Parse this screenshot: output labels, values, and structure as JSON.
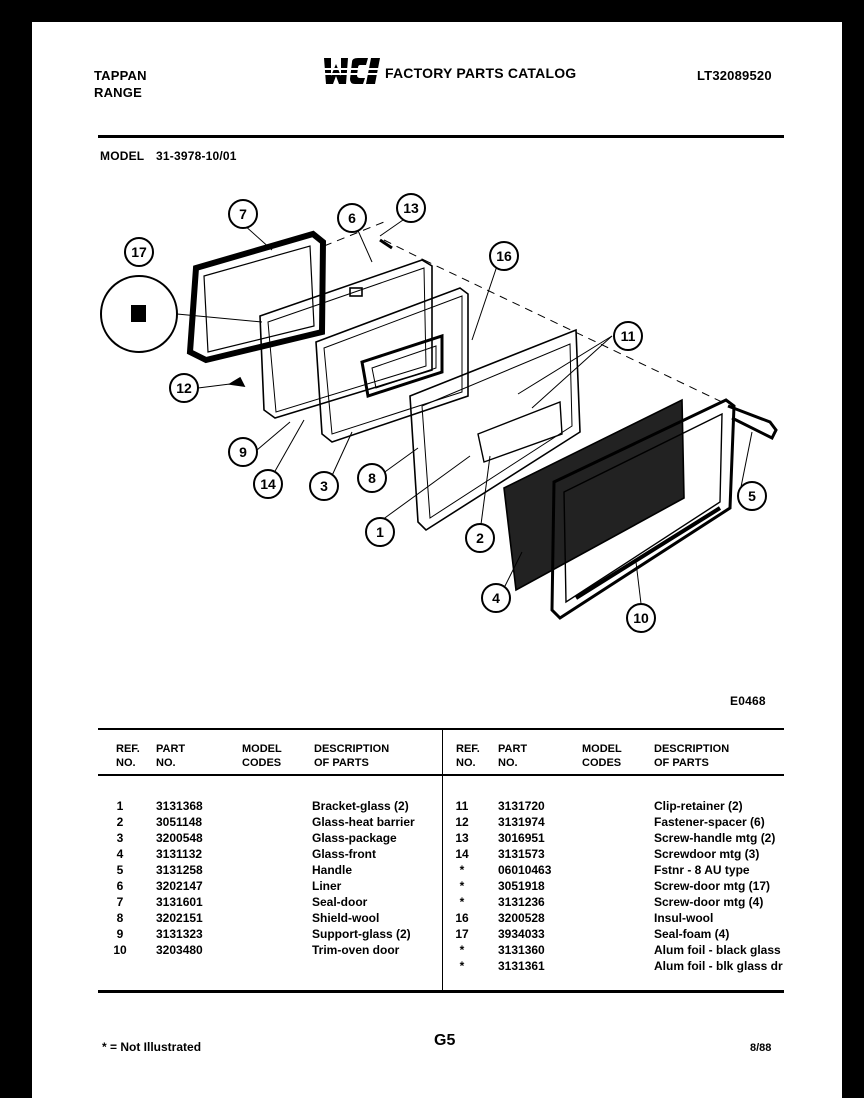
{
  "header": {
    "brand_line1": "TAPPAN",
    "brand_line2": "RANGE",
    "logo_text": "WCI",
    "catalog_title": "FACTORY PARTS CATALOG",
    "doc_code": "LT32089520",
    "model_label": "MODEL",
    "model_number": "31-3978-10/01"
  },
  "diagram": {
    "code": "E0468",
    "callouts": [
      "1",
      "2",
      "3",
      "4",
      "5",
      "6",
      "7",
      "8",
      "9",
      "10",
      "11",
      "12",
      "13",
      "14",
      "16",
      "17"
    ]
  },
  "table": {
    "headers": {
      "ref_line1": "REF.",
      "ref_line2": "NO.",
      "part_line1": "PART",
      "part_line2": "NO.",
      "model_line1": "MODEL",
      "model_line2": "CODES",
      "desc_line1": "DESCRIPTION",
      "desc_line2": "OF PARTS"
    },
    "left": [
      {
        "ref": "1",
        "part": "3131368",
        "desc": "Bracket-glass (2)"
      },
      {
        "ref": "2",
        "part": "3051148",
        "desc": "Glass-heat barrier"
      },
      {
        "ref": "3",
        "part": "3200548",
        "desc": "Glass-package"
      },
      {
        "ref": "4",
        "part": "3131132",
        "desc": "Glass-front"
      },
      {
        "ref": "5",
        "part": "3131258",
        "desc": "Handle"
      },
      {
        "ref": "6",
        "part": "3202147",
        "desc": "Liner"
      },
      {
        "ref": "7",
        "part": "3131601",
        "desc": "Seal-door"
      },
      {
        "ref": "8",
        "part": "3202151",
        "desc": "Shield-wool"
      },
      {
        "ref": "9",
        "part": "3131323",
        "desc": "Support-glass (2)"
      },
      {
        "ref": "10",
        "part": "3203480",
        "desc": "Trim-oven door"
      }
    ],
    "right": [
      {
        "ref": "11",
        "part": "3131720",
        "desc": "Clip-retainer (2)"
      },
      {
        "ref": "12",
        "part": "3131974",
        "desc": "Fastener-spacer (6)"
      },
      {
        "ref": "13",
        "part": "3016951",
        "desc": "Screw-handle mtg (2)"
      },
      {
        "ref": "14",
        "part": "3131573",
        "desc": "Screwdoor mtg (3)"
      },
      {
        "ref": "*",
        "part": "06010463",
        "desc": "Fstnr - 8 AU type"
      },
      {
        "ref": "*",
        "part": "3051918",
        "desc": "Screw-door mtg (17)"
      },
      {
        "ref": "*",
        "part": "3131236",
        "desc": "Screw-door mtg (4)"
      },
      {
        "ref": "16",
        "part": "3200528",
        "desc": "Insul-wool"
      },
      {
        "ref": "17",
        "part": "3934033",
        "desc": "Seal-foam (4)"
      },
      {
        "ref": "*",
        "part": "3131360",
        "desc": "Alum foil - black glass"
      },
      {
        "ref": "*",
        "part": "3131361",
        "desc": "Alum foil - blk glass dr"
      }
    ]
  },
  "footer": {
    "note": "* = Not Illustrated",
    "page_code": "G5",
    "date": "8/88"
  }
}
